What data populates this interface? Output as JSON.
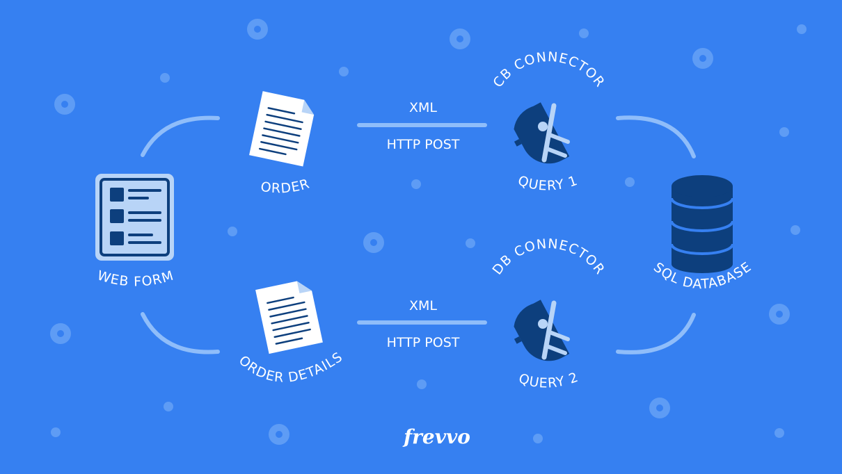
{
  "nodes": {
    "web_form": "WEB FORM",
    "order": "ORDER",
    "order_details": "ORDER DETAILS",
    "connector_top": "CB CONNECTOR",
    "connector_bottom": "DB CONNECTOR",
    "query_top": "QUERY 1",
    "query_bottom": "QUERY 2",
    "database": "SQL DATABASE"
  },
  "flows": {
    "top": {
      "format": "XML",
      "method": "HTTP POST"
    },
    "bottom": {
      "format": "XML",
      "method": "HTTP POST"
    }
  },
  "brand": {
    "logo": "frevvo"
  },
  "colors": {
    "background": "#3680f1",
    "connector_line": "#8fbdfa",
    "icon_dark": "#0d3f7d",
    "icon_light": "#b8d4f7",
    "decor": "#5e9cf5"
  }
}
